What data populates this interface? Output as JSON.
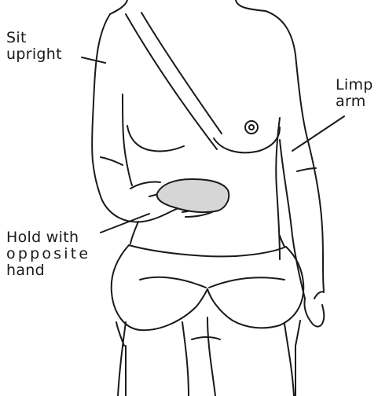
{
  "labels": {
    "sit_upright": {
      "line1": "Sit",
      "line2": "upright"
    },
    "limp_arm": {
      "line1": "Limp",
      "line2": "arm"
    },
    "hold": {
      "line1": "Hold with",
      "line2": "opposite",
      "line3": "hand"
    }
  },
  "colors": {
    "line": "#1a1a1a",
    "prosthesis_fill": "#d6d6d6",
    "background": "#ffffff"
  }
}
